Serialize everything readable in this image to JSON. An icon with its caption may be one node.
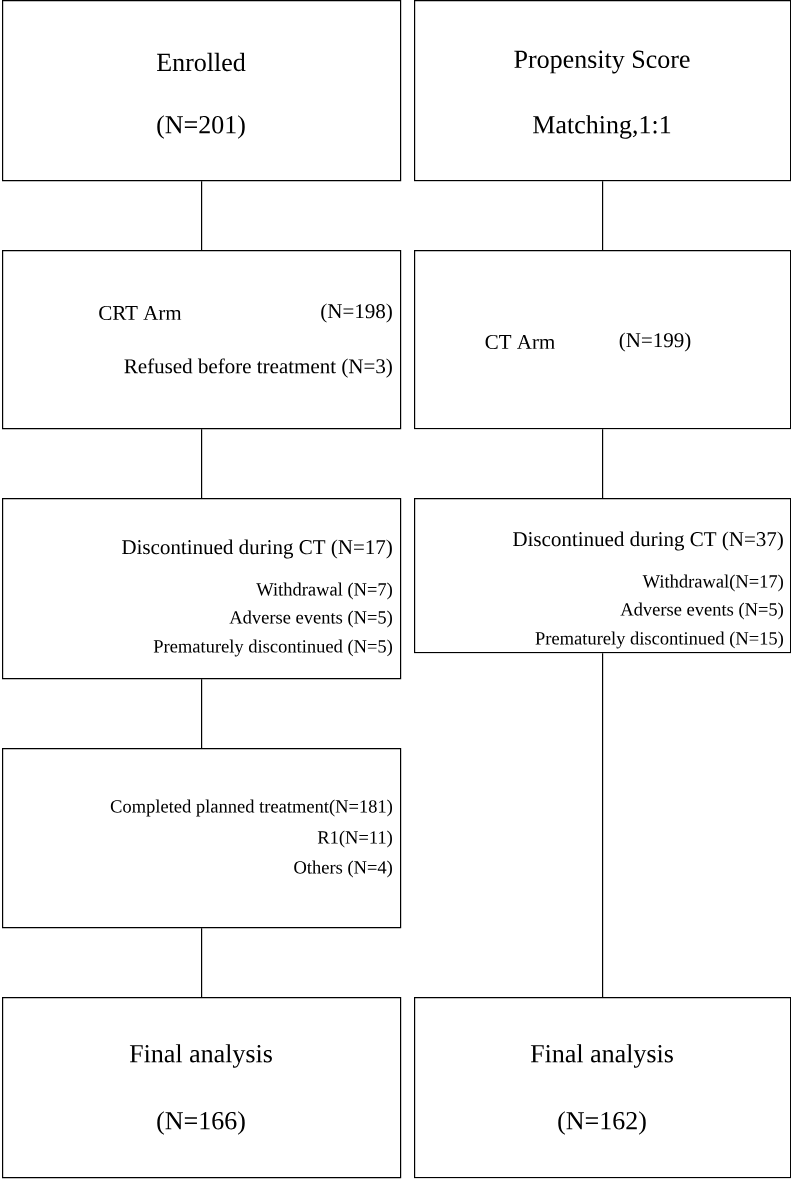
{
  "diagram": {
    "nodes": [
      {
        "text": [
          "Enrolled",
          "(N=201)"
        ]
      },
      {
        "text": [
          "Propensity Score",
          "Matching,1:1"
        ]
      },
      {
        "text": [
          "CRT Arm",
          "(N=198)",
          "Refused before treatment (N=3)"
        ]
      },
      {
        "text": [
          "CT Arm",
          "(N=199)"
        ]
      },
      {
        "text": [
          "Discontinued during CT (N=17)",
          "Withdrawal (N=7)",
          "Adverse events (N=5)",
          "Prematurely discontinued (N=5)"
        ]
      },
      {
        "text": [
          "Discontinued during CT (N=37)",
          "Withdrawal(N=17)",
          "Adverse events (N=5)",
          "Prematurely discontinued (N=15)"
        ]
      },
      {
        "text": [
          "Completed planned treatment(N=181)",
          "R1(N=11)",
          "Others (N=4)"
        ]
      },
      {
        "text": [
          "Final analysis",
          "(N=166)"
        ]
      },
      {
        "text": [
          "Final analysis",
          "(N=162)"
        ]
      }
    ],
    "edges": [
      {
        "from": 0,
        "to": 2,
        "arrow": "none"
      },
      {
        "from": 2,
        "to": 4,
        "arrow": "none"
      },
      {
        "from": 4,
        "to": 6,
        "arrow": "none"
      },
      {
        "from": 6,
        "to": 7,
        "arrow": "none"
      },
      {
        "from": 1,
        "to": 3,
        "arrow": "none"
      },
      {
        "from": 3,
        "to": 5,
        "arrow": "none"
      },
      {
        "from": 5,
        "to": 8,
        "arrow": "none"
      }
    ]
  }
}
